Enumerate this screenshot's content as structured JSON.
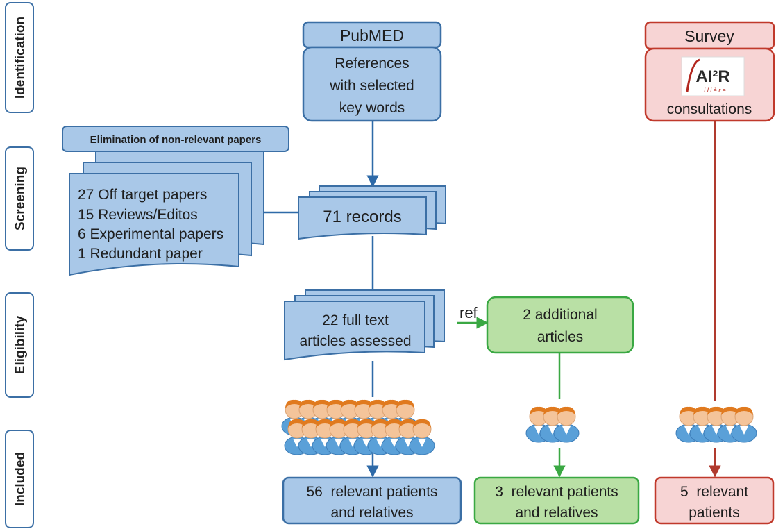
{
  "stages": [
    "Identification",
    "Screening",
    "Eligibility",
    "Included"
  ],
  "pubmed": {
    "title": "PubMED",
    "body": [
      "References",
      "with selected",
      "key words"
    ]
  },
  "survey": {
    "title": "Survey",
    "logo_text": "AI²R",
    "logo_subtext": "i l i è r e",
    "body": "consultations"
  },
  "elimination": {
    "header": "Elimination of non-relevant papers",
    "items": [
      "27 Off target papers",
      "15 Reviews/Editos",
      "6 Experimental papers",
      "1 Redundant paper"
    ]
  },
  "records": "71 records",
  "full_text": [
    "22 full text",
    "articles assessed"
  ],
  "ref_label": "ref",
  "additional": [
    "2 additional",
    "articles"
  ],
  "included": {
    "pubmed": [
      "56  relevant patients",
      "and relatives"
    ],
    "additional": [
      "3  relevant patients",
      "and relatives"
    ],
    "survey": [
      "5  relevant",
      "patients"
    ]
  },
  "people_counts": {
    "pubmed": 56,
    "additional": 3,
    "survey": 5
  },
  "colors": {
    "blue_fill": "#a9c8e8",
    "blue_stroke": "#3b6fa5",
    "blue_dark": "#2e6aa8",
    "red_fill": "#f7d4d4",
    "red_stroke": "#c0392b",
    "green_fill": "#b9e0a5",
    "green_stroke": "#3aa843"
  }
}
